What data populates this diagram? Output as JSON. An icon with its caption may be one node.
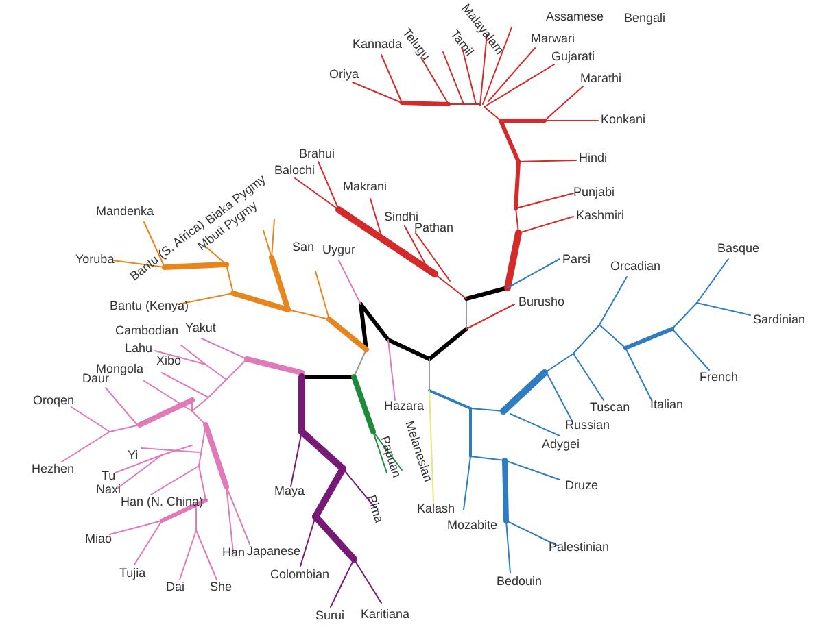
{
  "diagram": {
    "labels": [
      "Assamese",
      "Bengali",
      "Malayalam",
      "Tamil",
      "Telugu",
      "Kannada",
      "Marwari",
      "Gujarati",
      "Oriya",
      "Marathi",
      "Konkani",
      "Hindi",
      "Brahui",
      "Balochi",
      "Biaka Pygmy",
      "Mbuti Pygmy",
      "Bantu (S. Africa)",
      "Makrani",
      "Punjabi",
      "Kashmiri",
      "Sindhi",
      "Pathan",
      "Mandenka",
      "Parsi",
      "Orcadian",
      "Basque",
      "San",
      "Uygur",
      "Yoruba",
      "Burusho",
      "Sardinian",
      "Bantu (Kenya)",
      "Cambodian",
      "Yakut",
      "Lahu",
      "Xibo",
      "Mongola",
      "Daur",
      "French",
      "Tuscan",
      "Italian",
      "Hazara",
      "Oroqen",
      "Russian",
      "Adygei",
      "Hezhen",
      "Yi",
      "Tu",
      "Maya",
      "Naxi",
      "Han (N. China)",
      "Papuan",
      "Melanesian",
      "Pima",
      "Kalash",
      "Mozabite",
      "Druze",
      "Miao",
      "Japanese",
      "Han",
      "Colombian",
      "Palestinian",
      "Tujia",
      "Bedouin",
      "Dai",
      "She",
      "Surui",
      "Karitiana"
    ]
  }
}
